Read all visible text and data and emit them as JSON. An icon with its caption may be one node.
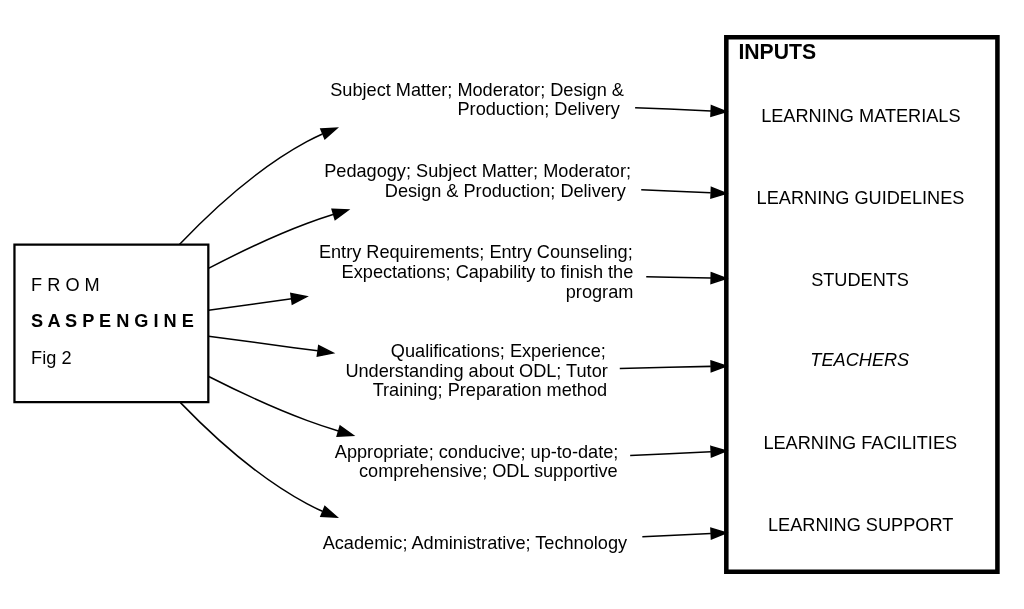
{
  "diagram": {
    "nodes": [
      {
        "text": [
          "F R O M",
          "S A S P E N G I N E",
          "Fig 2"
        ]
      },
      {
        "text": [
          "Subject Matter; Moderator; Design & Production; Delivery"
        ]
      },
      {
        "text": [
          "Pedagogy; Subject Matter; Moderator; Design & Production; Delivery"
        ]
      },
      {
        "text": [
          "Entry Requirements; Entry Counseling; Expectations; Capability to finish the program"
        ]
      },
      {
        "text": [
          "Qualifications; Experience; Understanding about ODL; Tutor Training; Preparation method"
        ]
      },
      {
        "text": [
          "Appropriate; conducive; up-to-date; comprehensive; ODL supportive"
        ]
      },
      {
        "text": [
          "Academic; Administrative; Technology"
        ]
      },
      {
        "text": [
          "INPUTS"
        ]
      },
      {
        "text": [
          "LEARNING MATERIALS"
        ],
        "in": 7
      },
      {
        "text": [
          "LEARNING GUIDELINES"
        ],
        "in": 7
      },
      {
        "text": [
          "STUDENTS"
        ],
        "in": 7
      },
      {
        "text": [
          "TEACHERS"
        ],
        "in": 7
      },
      {
        "text": [
          "LEARNING FACILITIES"
        ],
        "in": 7
      },
      {
        "text": [
          "LEARNING SUPPORT"
        ],
        "in": 7
      }
    ],
    "edges": [
      {
        "from": 0,
        "to": 1,
        "arrow": "to"
      },
      {
        "from": 0,
        "to": 2,
        "arrow": "to"
      },
      {
        "from": 0,
        "to": 3,
        "arrow": "to"
      },
      {
        "from": 0,
        "to": 4,
        "arrow": "to"
      },
      {
        "from": 0,
        "to": 5,
        "arrow": "to"
      },
      {
        "from": 0,
        "to": 6,
        "arrow": "to"
      },
      {
        "from": 1,
        "to": 7,
        "arrow": "to"
      },
      {
        "from": 2,
        "to": 7,
        "arrow": "to"
      },
      {
        "from": 3,
        "to": 7,
        "arrow": "to"
      },
      {
        "from": 4,
        "to": 7,
        "arrow": "to"
      },
      {
        "from": 5,
        "to": 7,
        "arrow": "to"
      },
      {
        "from": 6,
        "to": 7,
        "arrow": "to"
      }
    ]
  }
}
